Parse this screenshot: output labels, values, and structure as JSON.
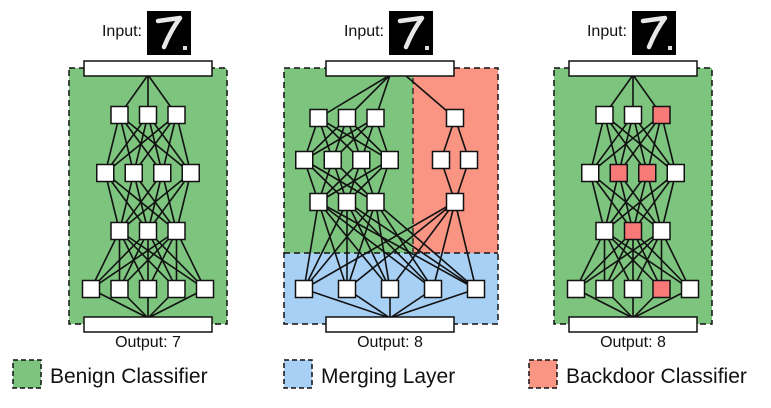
{
  "colors": {
    "benign": "#7dc47e",
    "merging": "#a8d0f5",
    "backdoor": "#fa9584",
    "backdoor_node": "#f77a78",
    "node": "#ffffff",
    "stroke": "#111111"
  },
  "panels": [
    {
      "id": "benign",
      "input_label": "Input:",
      "input_digit": "7",
      "output_label": "Output: 7",
      "layers": [
        3,
        4,
        3,
        5
      ],
      "highlighted": []
    },
    {
      "id": "merged",
      "input_label": "Input:",
      "input_digit": "7",
      "output_label": "Output: 8",
      "benign_layers": [
        3,
        4,
        3
      ],
      "backdoor_layers": [
        1,
        2,
        1
      ],
      "merge_layer": 5
    },
    {
      "id": "backdoored",
      "input_label": "Input:",
      "input_digit": "7",
      "output_label": "Output: 8",
      "layers": [
        3,
        4,
        3,
        5
      ],
      "highlighted": [
        [
          0,
          2
        ],
        [
          1,
          1
        ],
        [
          1,
          2
        ],
        [
          2,
          1
        ],
        [
          3,
          3
        ]
      ]
    }
  ],
  "legend": [
    {
      "label": "Benign Classifier",
      "color_key": "benign"
    },
    {
      "label": "Merging Layer",
      "color_key": "merging"
    },
    {
      "label": "Backdoor Classifier",
      "color_key": "backdoor"
    }
  ]
}
